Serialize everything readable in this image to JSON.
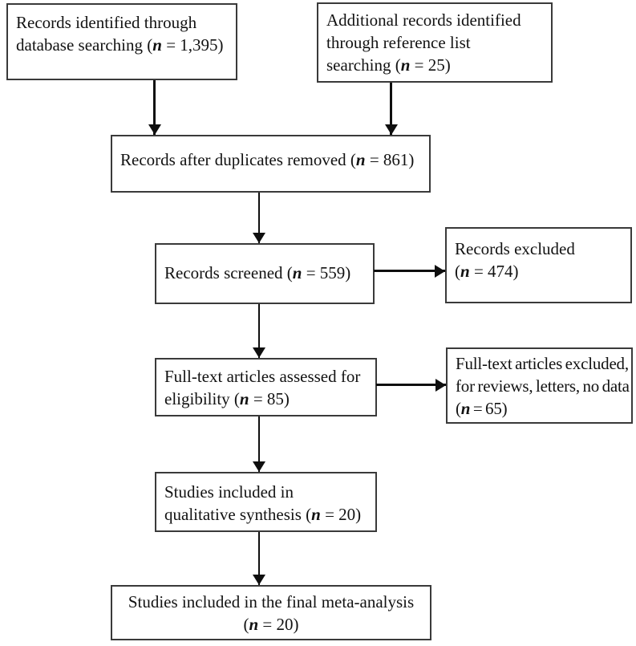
{
  "colors": {
    "background": "#ffffff",
    "box_fill": "#ffffff",
    "box_border": "#3a3a3a",
    "text": "#121212",
    "arrow": "#0f0f0f"
  },
  "diagram": {
    "type": "prisma-flowchart",
    "boxes": [
      {
        "id": "records-identified",
        "segments": [
          {
            "t": "Records identified through\ndatabase searching ("
          },
          {
            "t": "n",
            "i": true
          },
          {
            "t": " = 1,395)"
          }
        ]
      },
      {
        "id": "additional-records",
        "segments": [
          {
            "t": "Additional records identified\nthrough reference list\nsearching ("
          },
          {
            "t": "n",
            "i": true
          },
          {
            "t": " = 25)"
          }
        ]
      },
      {
        "id": "duplicates-removed",
        "segments": [
          {
            "t": "Records after duplicates removed ("
          },
          {
            "t": "n",
            "i": true
          },
          {
            "t": " = 861)"
          }
        ]
      },
      {
        "id": "records-screened",
        "segments": [
          {
            "t": "Records screened ("
          },
          {
            "t": "n",
            "i": true
          },
          {
            "t": " = 559)"
          }
        ]
      },
      {
        "id": "records-excluded",
        "segments": [
          {
            "t": "Records excluded\n("
          },
          {
            "t": "n",
            "i": true
          },
          {
            "t": " = 474)"
          }
        ]
      },
      {
        "id": "fulltext-assessed",
        "segments": [
          {
            "t": "Full-text articles assessed for\neligibility ("
          },
          {
            "t": "n",
            "i": true
          },
          {
            "t": " = 85)"
          }
        ]
      },
      {
        "id": "fulltext-excluded",
        "segments": [
          {
            "t": "Full-text articles excluded,\nfor reviews, letters, no data\n("
          },
          {
            "t": "n",
            "i": true
          },
          {
            "t": " = 65)"
          }
        ]
      },
      {
        "id": "qualitative-synthesis",
        "segments": [
          {
            "t": "Studies included in\nqualitative synthesis ("
          },
          {
            "t": "n",
            "i": true
          },
          {
            "t": " = 20)"
          }
        ]
      },
      {
        "id": "meta-analysis",
        "segments": [
          {
            "t": "Studies included in the final meta-analysis\n("
          },
          {
            "t": "n",
            "i": true
          },
          {
            "t": " = 20)"
          }
        ]
      }
    ]
  }
}
